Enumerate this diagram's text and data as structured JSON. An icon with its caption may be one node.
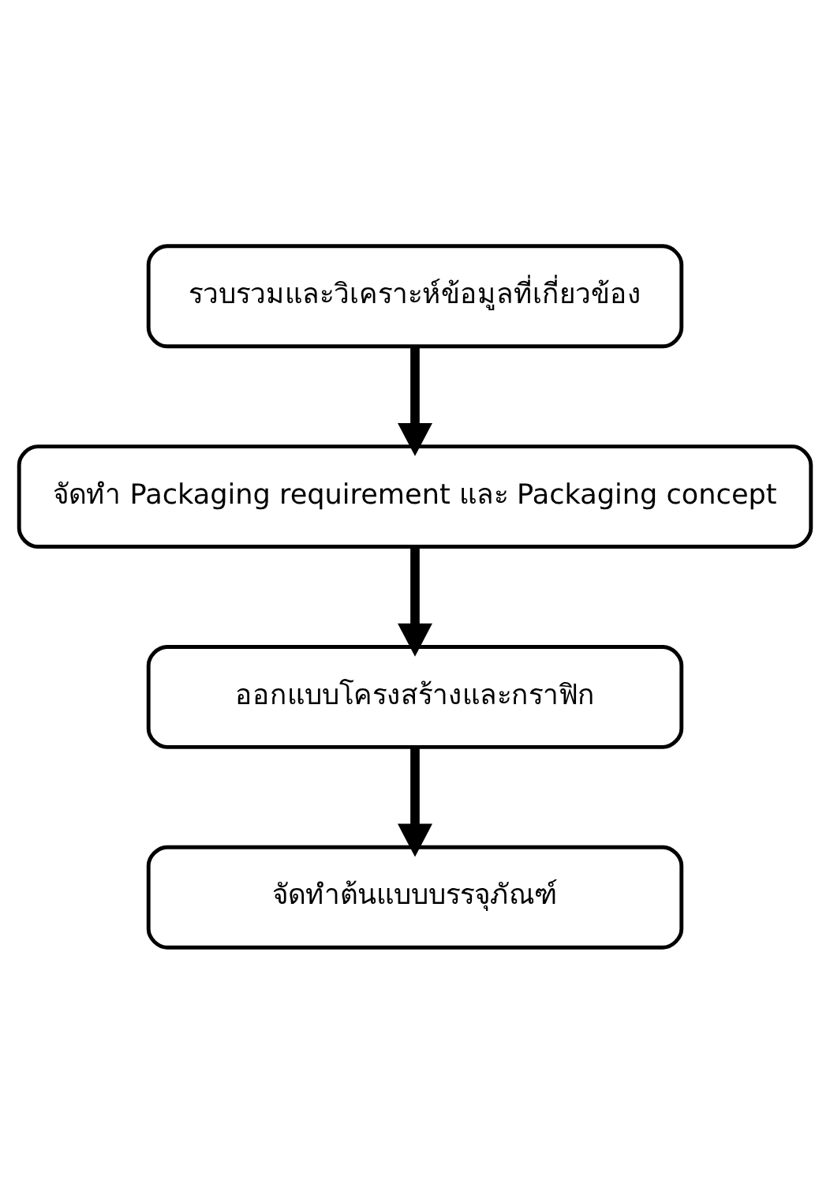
{
  "diagram": {
    "nodes": [
      {
        "text": [
          "รวบรวมและวิเคราะห์ข้อมูลที่เกี่ยวข้อง"
        ]
      },
      {
        "text": [
          "จัดทำ Packaging requirement และ Packaging concept"
        ]
      },
      {
        "text": [
          "ออกแบบโครงสร้างและกราฟิก"
        ]
      },
      {
        "text": [
          "จัดทำต้นแบบบรรจุภัณฑ์"
        ]
      }
    ],
    "edges": [
      {
        "from": 0,
        "to": 1,
        "arrow": "to"
      },
      {
        "from": 1,
        "to": 2,
        "arrow": "to"
      },
      {
        "from": 2,
        "to": 3,
        "arrow": "to"
      }
    ]
  }
}
